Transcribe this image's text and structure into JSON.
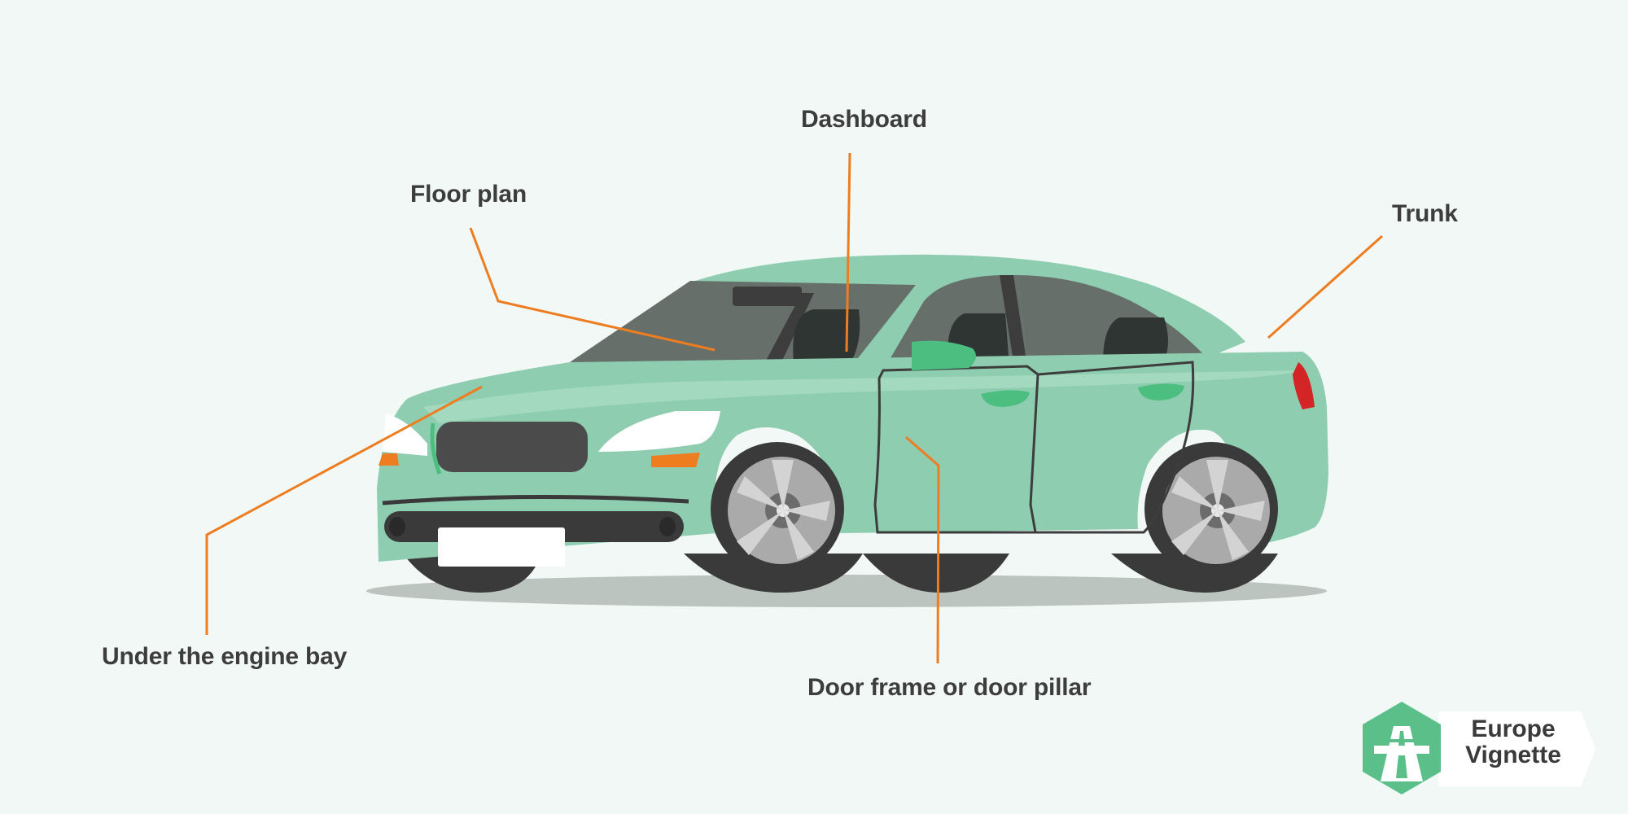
{
  "labels": {
    "floor_plan": "Floor plan",
    "dashboard": "Dashboard",
    "trunk": "Trunk",
    "engine_bay": "Under the engine bay",
    "door_frame": "Door frame or door pillar"
  },
  "logo": {
    "line1": "Europe",
    "line2": "Vignette"
  },
  "colors": {
    "background": "#f2f8f5",
    "car_body": "#8ecdb0",
    "accent_green": "#4cbf80",
    "leader_line": "#ee7d21",
    "label_text": "#3d3d3d"
  }
}
